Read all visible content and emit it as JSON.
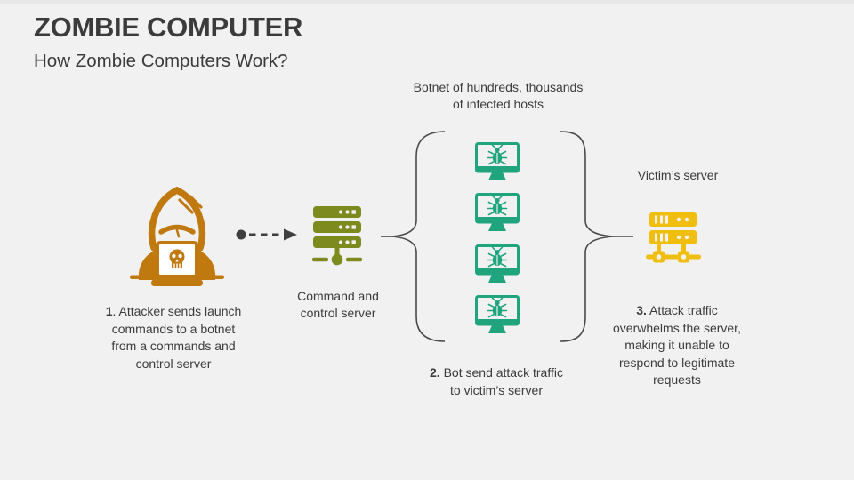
{
  "colors": {
    "background": "#F1F1F2",
    "top_edge": "#E7E7E8",
    "text": "#3B3B3B",
    "attacker_orange": "#C0790F",
    "server_olive": "#7C8A1E",
    "bot_teal": "#1FA47E",
    "victim_yellow": "#EFBE0F",
    "connector_gray": "#3F3F3F",
    "brace_gray": "#4A4A4A"
  },
  "header": {
    "title": "ZOMBIE COMPUTER",
    "subtitle": "How Zombie Computers Work?"
  },
  "diagram": {
    "botnet_label": {
      "line1": "Botnet of hundreds, thousands",
      "line2": "of infected hosts"
    },
    "cc_label": {
      "line1": "Command and",
      "line2": "control server"
    },
    "victim_label": "Victim’s server",
    "icons": {
      "attacker": "hooded-hacker-with-skull-laptop-icon",
      "cc_server": "server-stack-with-network-node-icon",
      "bot": "monitor-with-bug-icon",
      "victim": "server-rack-with-network-nodes-icon",
      "flow": "dashed-arrow-icon",
      "grouping": "curly-brace"
    },
    "steps": [
      {
        "num": "1",
        "line1_rest": ". Attacker sends launch",
        "line2": "commands to a botnet",
        "line3": "from a commands and",
        "line4": "control server"
      },
      {
        "num": "2.",
        "line1_rest": " Bot send attack traffic",
        "line2": "to victim’s server"
      },
      {
        "num": "3.",
        "line1_rest": " Attack traffic",
        "line2": "overwhelms the server,",
        "line3": "making it unable to",
        "line4": "respond to legitimate",
        "line5": "requests"
      }
    ]
  }
}
